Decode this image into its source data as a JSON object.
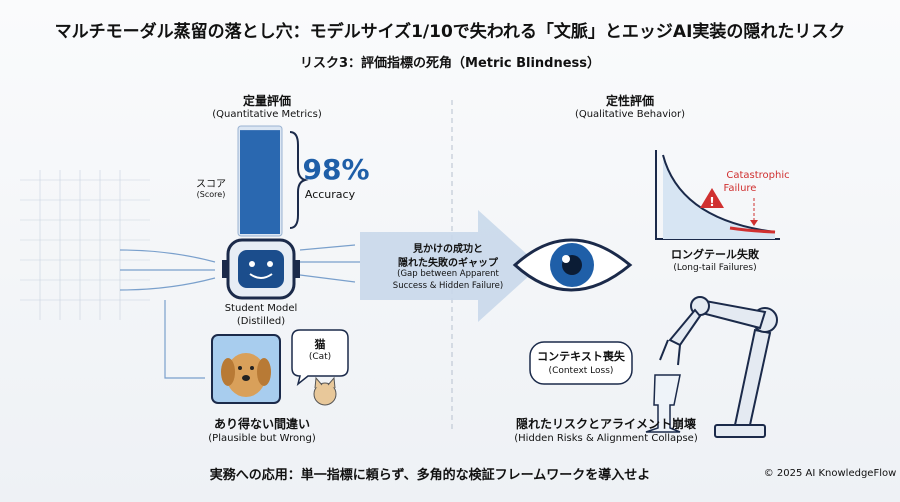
{
  "title": "マルチモーダル蒸留の落とし穴：モデルサイズ1/10で失われる「文脈」とエッジAI実装の隠れたリスク",
  "subtitle": "リスク3：評価指標の死角（Metric Blindness）",
  "left": {
    "heading": "定量評価",
    "heading_en": "(Quantitative Metrics)",
    "score_label": "スコア",
    "score_label_en": "(Score)",
    "score_fill": 0.98,
    "accuracy_value": "98%",
    "accuracy_label": "Accuracy",
    "model_label": "Student Model",
    "model_label_en": "(Distilled)",
    "bubble": "猫",
    "bubble_en": "(Cat)",
    "caption": "あり得ない間違い",
    "caption_en": "(Plausible but Wrong)"
  },
  "center": {
    "line1": "見かけの成功と",
    "line2": "隠れた失敗のギャップ",
    "en1": "(Gap between Apparent",
    "en2": "Success & Hidden Failure)"
  },
  "right": {
    "heading": "定性評価",
    "heading_en": "(Qualitative Behavior)",
    "warning": "Catastrophic",
    "warning2": "Failure",
    "chart_caption": "ロングテール失敗",
    "chart_caption_en": "(Long-tail Failures)",
    "bubble": "コンテキスト喪失",
    "bubble_en": "(Context Loss)",
    "caption": "隠れたリスクとアライメント崩壊",
    "caption_en": "(Hidden Risks & Alignment Collapse)"
  },
  "footer": "実務への応用：単一指標に頼らず、多角的な検証フレームワークを導入せよ",
  "copyright": "© 2025 AI KnowledgeFlow",
  "colors": {
    "blue": "#1f5fa8",
    "red": "#d03030",
    "navy": "#1b2a4a"
  }
}
